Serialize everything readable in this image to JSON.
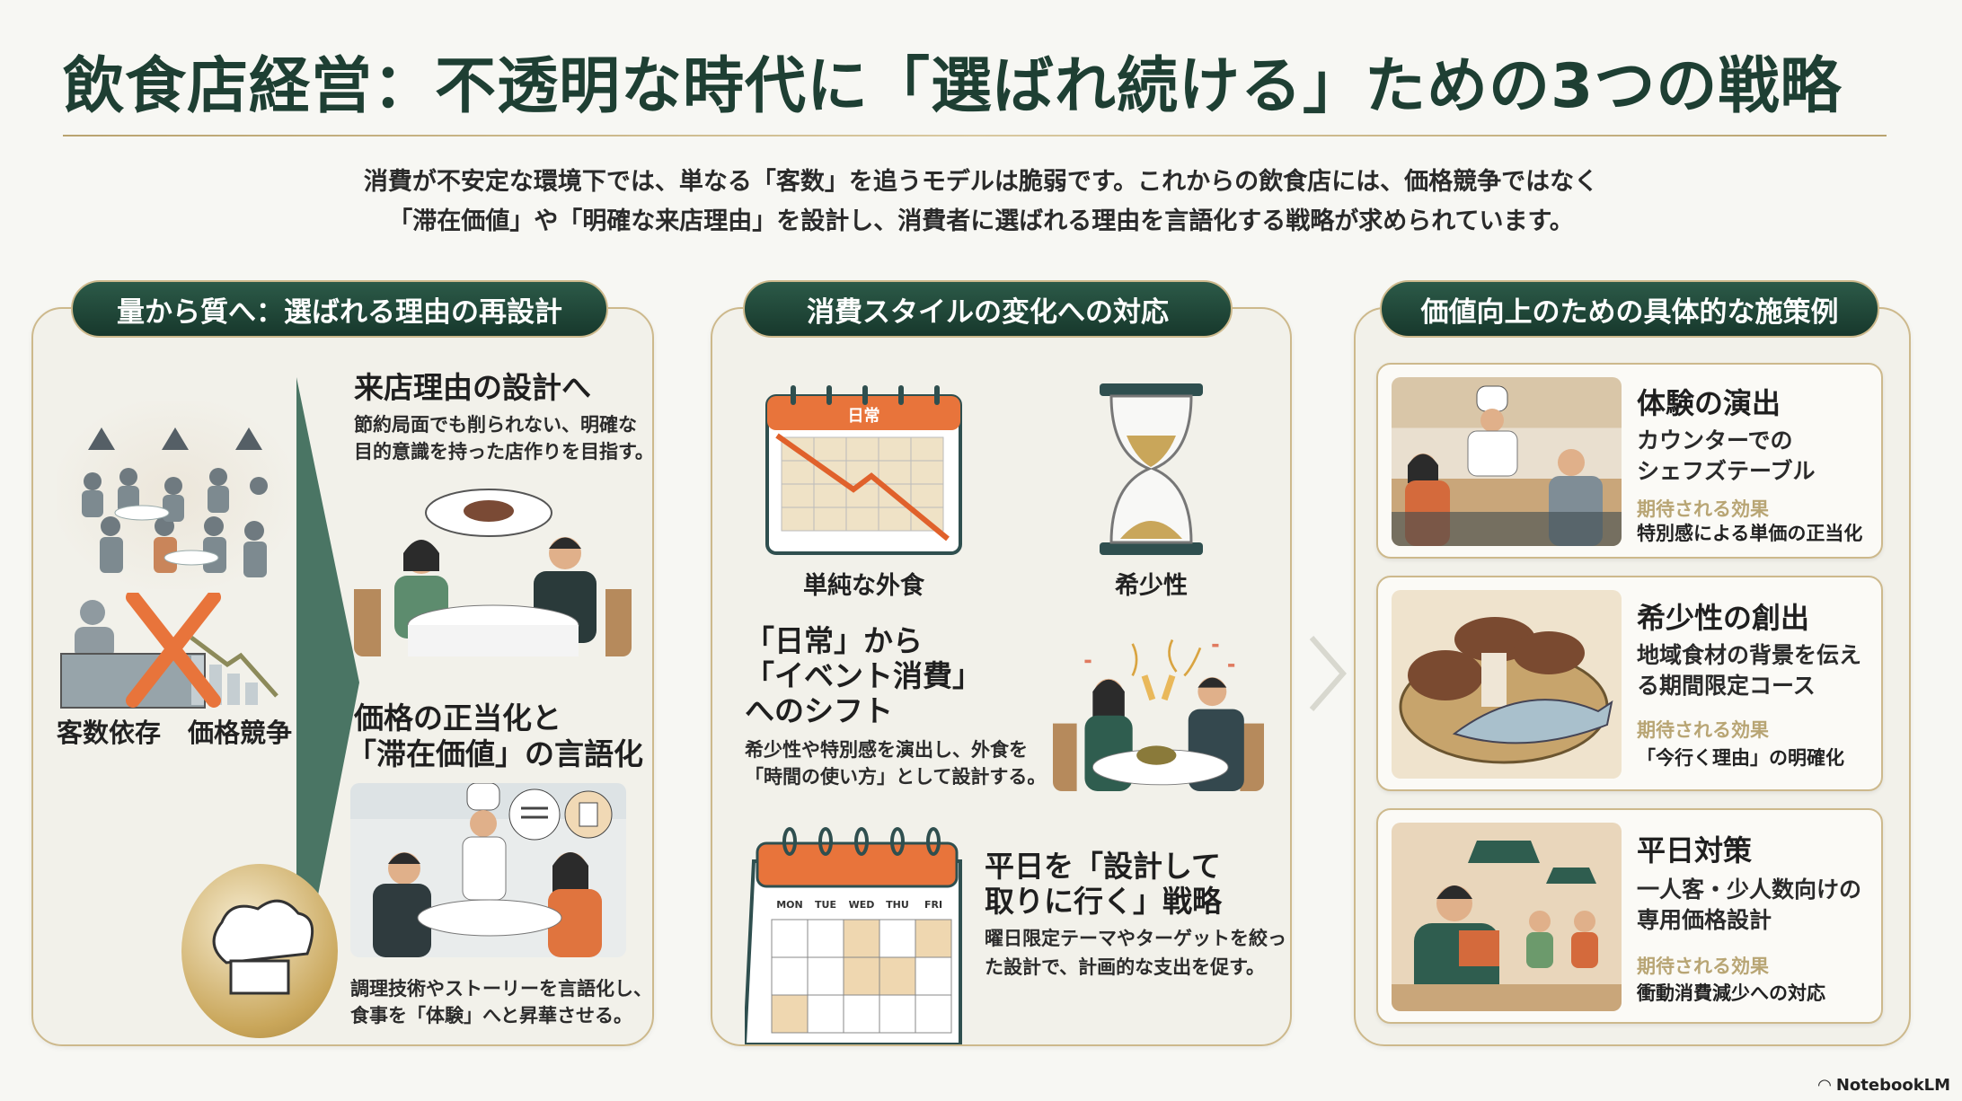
{
  "title": "飲食店経営：不透明な時代に「選ばれ続ける」ための3つの戦略",
  "intro": [
    "消費が不安定な環境下では、単なる「客数」を追うモデルは脆弱です。これからの飲食店には、価格競争ではなく",
    "「滞在価値」や「明確な来店理由」を設計し、消費者に選ばれる理由を言語化する戦略が求められています。"
  ],
  "left": {
    "header": "量から質へ：選ばれる理由の再設計",
    "old_labels": [
      "客数依存",
      "価格競争"
    ],
    "s1_title": "来店理由の設計へ",
    "s1_body": [
      "節約局面でも削られない、明確な",
      "目的意識を持った店作りを目指す。"
    ],
    "s2_title": [
      "価格の正当化と",
      "「滞在価値」の言語化"
    ],
    "s2_body": [
      "調理技術やストーリーを言語化し、",
      "食事を「体験」へと昇華させる。"
    ]
  },
  "middle": {
    "header": "消費スタイルの変化への対応",
    "calendar_label": "日常",
    "icon_labels": [
      "単純な外食",
      "希少性"
    ],
    "s1_title": [
      "「日常」から",
      "「イベント消費」",
      "へのシフト"
    ],
    "s1_body": [
      "希少性や特別感を演出し、外食を",
      "「時間の使い方」として設計する。"
    ],
    "weekdays": [
      "MON",
      "TUE",
      "WED",
      "THU",
      "FRI"
    ],
    "s2_title": [
      "平日を「設計して",
      "取りに行く」戦略"
    ],
    "s2_body": [
      "曜日限定テーマやターゲットを絞っ",
      "た設計で、計画的な支出を促す。"
    ]
  },
  "right": {
    "header": "価値向上のための具体的な施策例",
    "cards": [
      {
        "title": "体験の演出",
        "body": [
          "カウンターでの",
          "シェフズテーブル"
        ],
        "effect_label": "期待される効果",
        "effect": "特別感による単価の正当化"
      },
      {
        "title": "希少性の創出",
        "body": [
          "地域食材の背景を伝え",
          "る期間限定コース"
        ],
        "effect_label": "期待される効果",
        "effect": "「今行く理由」の明確化"
      },
      {
        "title": "平日対策",
        "body": [
          "一人客・少人数向けの",
          "専用価格設計"
        ],
        "effect_label": "期待される効果",
        "effect": "衝動消費減少への対応"
      }
    ]
  },
  "branding": "NotebookLM",
  "colors": {
    "green": "#1e3f33",
    "gold": "#cdb98c",
    "orange": "#e8743b"
  }
}
